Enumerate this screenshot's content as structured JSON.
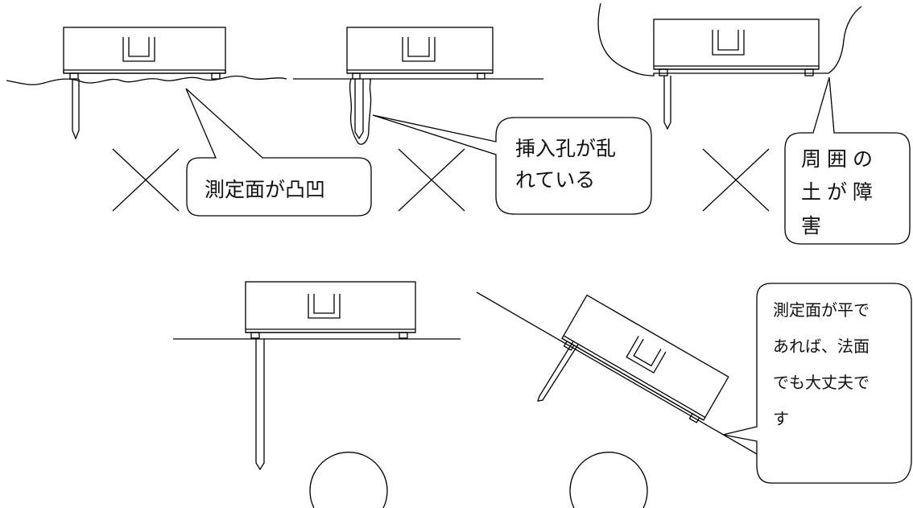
{
  "callouts": {
    "uneven_surface": "測定面が凸凹",
    "hole_disturbed_line1": "挿入孔が乱",
    "hole_disturbed_line2": "れている",
    "soil_obstruct_line1": "周囲の",
    "soil_obstruct_line2": "土が障",
    "soil_obstruct_line3": "害",
    "slope_ok_line1": "測定面が平で",
    "slope_ok_line2": "あれば、法面",
    "slope_ok_line3": "でも大丈夫で",
    "slope_ok_line4": "す"
  },
  "marks": {
    "cross_count": 3,
    "meaning": "NG"
  }
}
